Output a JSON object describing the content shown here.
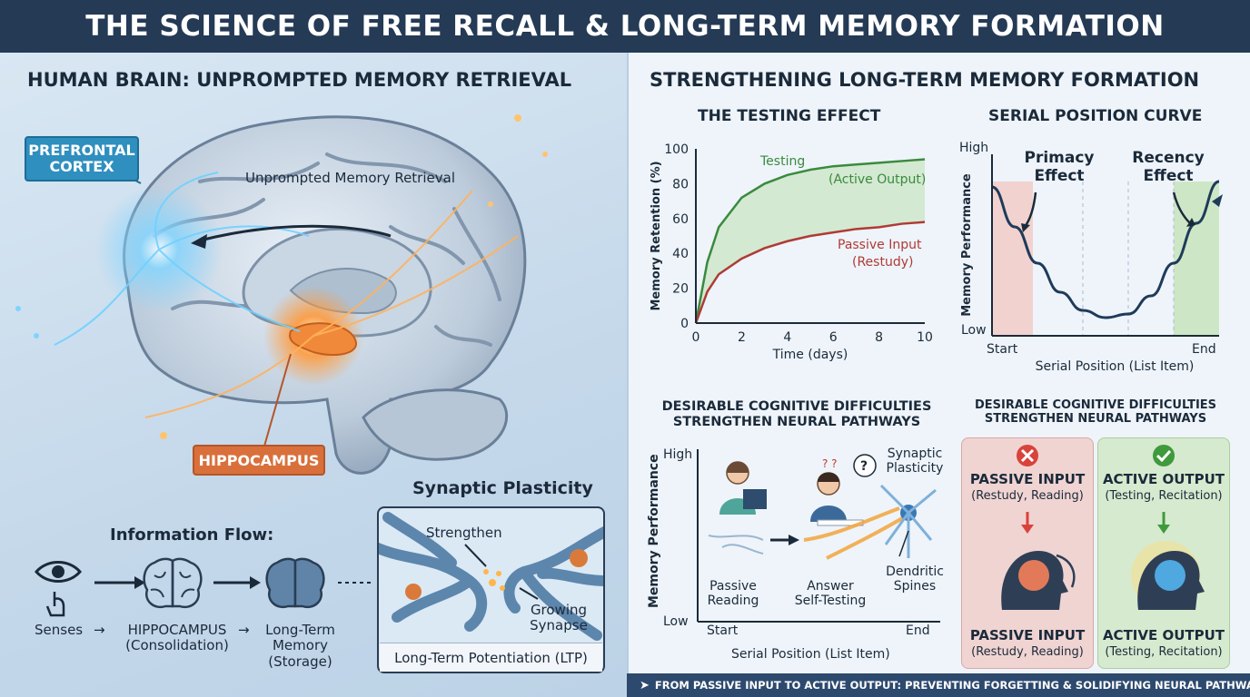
{
  "header": {
    "title": "THE SCIENCE OF FREE RECALL & LONG-TERM MEMORY FORMATION"
  },
  "brain": {
    "title": "HUMAN BRAIN: UNPROMPTED MEMORY RETRIEVAL",
    "prefrontal_label": "PREFRONTAL CORTEX",
    "hippocampus_label": "HIPPOCAMPUS",
    "retrieval_label": "Unprompted Memory Retrieval"
  },
  "flow": {
    "title": "Information Flow:",
    "senses": "Senses",
    "hippocampus": "HIPPOCAMPUS",
    "consolidation": "(Consolidation)",
    "ltm_line1": "Long-Term",
    "ltm_line2": "Memory",
    "ltm_line3": "(Storage)"
  },
  "synaptic": {
    "title": "Synaptic Plasticity",
    "strengthen": "Strengthen",
    "growing_line1": "Growing",
    "growing_line2": "Synapse",
    "ltp": "Long-Term Potentiation (LTP)"
  },
  "right": {
    "title": "STRENGTHENING LONG-TERM MEMORY FORMATION"
  },
  "testing_effect": {
    "title": "THE TESTING EFFECT",
    "ylabel": "Memory Retention (%)",
    "xlabel": "Time (days)",
    "testing_label": "Testing",
    "testing_sub": "(Active Output)",
    "passive_label": "Passive Input",
    "passive_sub": "(Restudy)",
    "colors": {
      "testing": "#3a8a3e",
      "passive": "#b03a35",
      "fill": "#cfe8cc"
    }
  },
  "serial_curve": {
    "title": "SERIAL POSITION CURVE",
    "ylabel": "Memory Performance",
    "y_high": "High",
    "y_low": "Low",
    "x_start": "Start",
    "x_end": "End",
    "xlabel": "Serial Position (List Item)",
    "primacy_line1": "Primacy",
    "primacy_line2": "Effect",
    "recency_line1": "Recency",
    "recency_line2": "Effect"
  },
  "difficulties_left": {
    "title_line1": "DESIRABLE COGNITIVE DIFFICULTIES",
    "title_line2": "STRENGTHEN NEURAL PATHWAYS",
    "ylabel": "Memory Performance",
    "y_high": "High",
    "y_low": "Low",
    "x_start": "Start",
    "x_end": "End",
    "xlabel": "Serial Position (List Item)",
    "passive_line1": "Passive",
    "passive_line2": "Reading",
    "answer_line1": "Answer",
    "answer_line2": "Self-Testing",
    "synaptic_line1": "Synaptic",
    "synaptic_line2": "Plasticity",
    "dendritic_line1": "Dendritic",
    "dendritic_line2": "Spines"
  },
  "difficulties_right": {
    "title_line1": "DESIRABLE COGNITIVE DIFFICULTIES",
    "title_line2": "STRENGTHEN NEURAL PATHWAYS",
    "passive_title": "PASSIVE INPUT",
    "passive_sub": "(Restudy, Reading)",
    "active_title": "ACTIVE OUTPUT",
    "active_sub": "(Testing, Recitation)",
    "passive_title_2": "PASSIVE INPUT",
    "passive_sub_2": "(Restudy, Reading)",
    "active_title_2": "ACTIVE OUTPUT",
    "active_sub_2": "(Testing, Recitation)"
  },
  "footer": {
    "text": "FROM PASSIVE INPUT TO ACTIVE OUTPUT: PREVENTING FORGETTING & SOLIDIFYING NEURAL PATHWAYS"
  },
  "chart_data": [
    {
      "type": "line",
      "title": "THE TESTING EFFECT",
      "xlabel": "Time (days)",
      "ylabel": "Memory Retention (%)",
      "xlim": [
        0,
        10
      ],
      "ylim": [
        0,
        100
      ],
      "x_ticks": [
        0,
        2,
        4,
        6,
        8,
        10
      ],
      "y_ticks": [
        0,
        20,
        40,
        60,
        80,
        100
      ],
      "x": [
        0,
        0.5,
        1,
        2,
        3,
        4,
        5,
        6,
        7,
        8,
        9,
        10
      ],
      "series": [
        {
          "name": "Testing",
          "values": [
            0,
            35,
            55,
            72,
            80,
            85,
            88,
            90,
            91,
            92,
            93,
            94
          ],
          "color": "#3a8a3e"
        },
        {
          "name": "Passive Input",
          "values": [
            0,
            18,
            28,
            37,
            43,
            47,
            50,
            52,
            54,
            55,
            57,
            58
          ],
          "color": "#b03a35"
        }
      ]
    },
    {
      "type": "line",
      "title": "SERIAL POSITION CURVE",
      "xlabel": "Serial Position (List Item)",
      "ylabel": "Memory Performance",
      "x": [
        0,
        1,
        2,
        3,
        4,
        5,
        6,
        7,
        8,
        9,
        10
      ],
      "series": [
        {
          "values": [
            82,
            60,
            40,
            24,
            14,
            10,
            12,
            22,
            40,
            62,
            85
          ],
          "color": "#1f3b5a"
        }
      ]
    }
  ]
}
